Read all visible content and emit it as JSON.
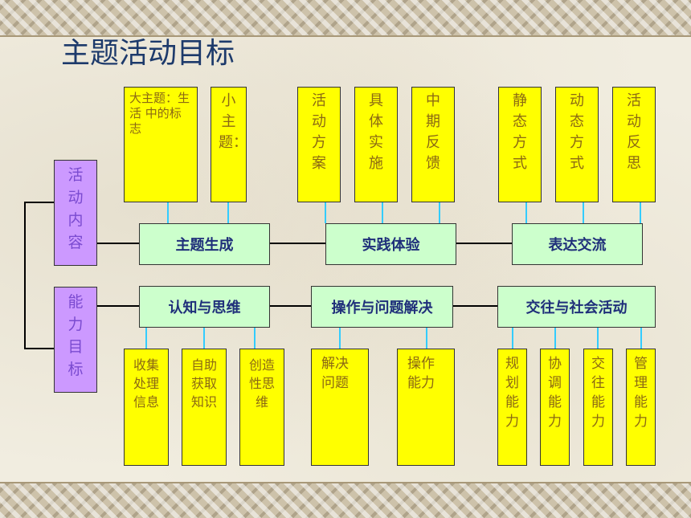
{
  "title": "主题活动目标",
  "rows": {
    "content": {
      "label": "活动内容",
      "hubs": [
        {
          "label": "主题生成",
          "items": [
            "大主题：生 活 中的标 志",
            "小主题："
          ]
        },
        {
          "label": "实践体验",
          "items": [
            "活动方案",
            "具体实施",
            "中期反馈"
          ]
        },
        {
          "label": "表达交流",
          "items": [
            "静态方式",
            "动态方式",
            "活动反思"
          ]
        }
      ]
    },
    "ability": {
      "label": "能力目标",
      "hubs": [
        {
          "label": "认知与思维",
          "items": [
            "收集处理信息",
            "自助获取知识",
            "创造性思维"
          ]
        },
        {
          "label": "操作与问题解决",
          "items": [
            "解决问题",
            "操作能力"
          ]
        },
        {
          "label": "交往与社会活动",
          "items": [
            "规划能力",
            "协调能力",
            "交往能力",
            "管理能力"
          ]
        }
      ]
    }
  }
}
